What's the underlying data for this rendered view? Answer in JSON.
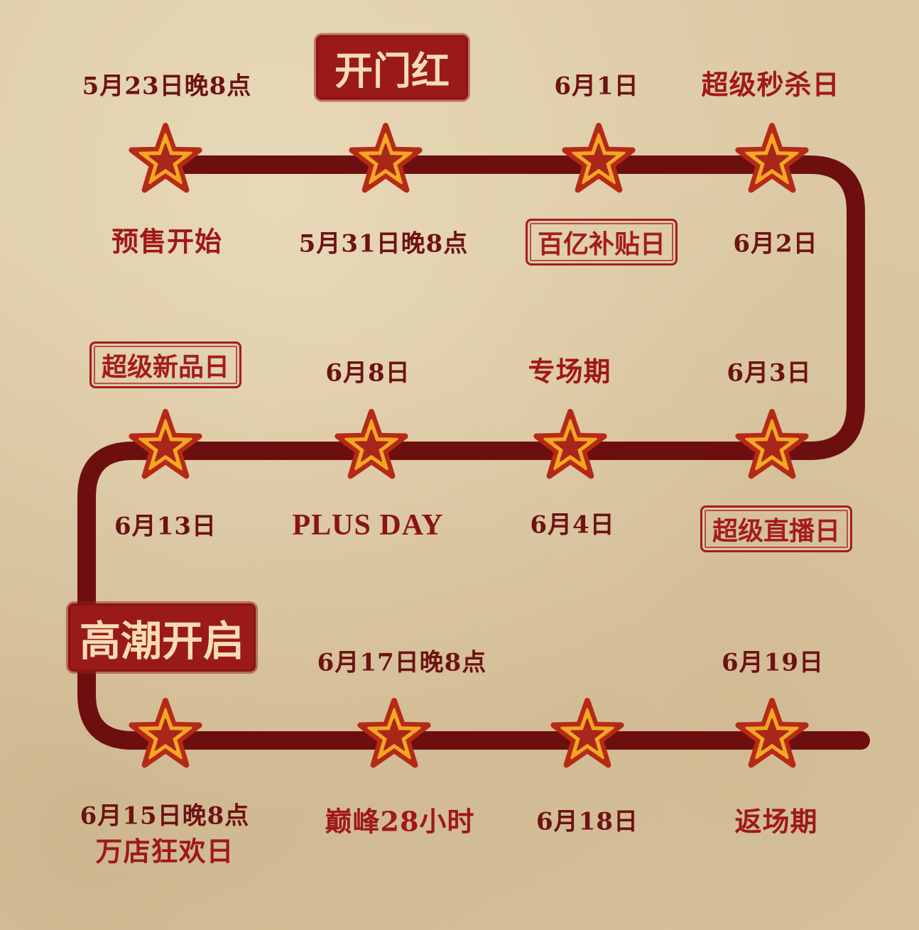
{
  "colors": {
    "background": "#dcc9a4",
    "track": "#6e0f0f",
    "star_outer": "#b52a16",
    "star_ring": "#f5a623",
    "star_inner": "#a8261a",
    "date_text": "#6e1212",
    "event_text": "#a01818",
    "stamp_fill": "#9a1a1a",
    "stamp_text": "#f8dcb4"
  },
  "stamps": {
    "open_red": "开门红",
    "climax_start": "高潮开启"
  },
  "row1": {
    "items": [
      {
        "top": "5月23日晚8点",
        "bottom": "预售开始"
      },
      {
        "top": "",
        "bottom": "5月31日晚8点"
      },
      {
        "top": "6月1日",
        "bottom": "百亿补贴日"
      },
      {
        "top": "超级秒杀日",
        "bottom": "6月2日"
      }
    ]
  },
  "row2": {
    "items": [
      {
        "top": "超级新品日",
        "bottom": "6月13日"
      },
      {
        "top": "6月8日",
        "bottom": "PLUS DAY"
      },
      {
        "top": "专场期",
        "bottom": "6月4日"
      },
      {
        "top": "6月3日",
        "bottom": "超级直播日"
      }
    ]
  },
  "row3": {
    "items": [
      {
        "top": "",
        "bottom_date": "6月15日晚8点",
        "bottom_event": "万店狂欢日"
      },
      {
        "top": "6月17日晚8点",
        "bottom_event": "巅峰28小时"
      },
      {
        "top": "",
        "bottom_date": "6月18日"
      },
      {
        "top": "6月19日",
        "bottom_event": "返场期"
      }
    ]
  }
}
